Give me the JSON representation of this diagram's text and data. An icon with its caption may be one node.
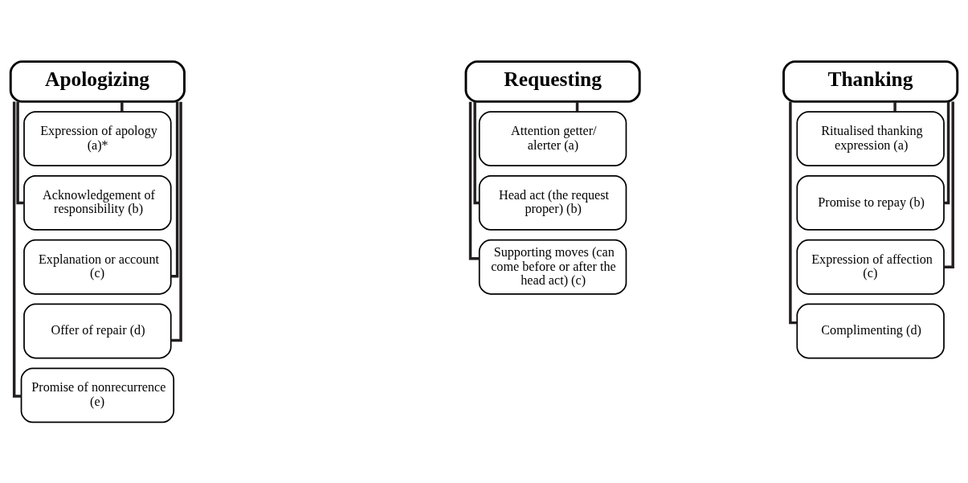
{
  "diagram": {
    "nodes": [
      {
        "text": [
          "Apologizing"
        ]
      },
      {
        "text": [
          "Expression of apology (a)*"
        ]
      },
      {
        "text": [
          "Acknowledgement of responsibility (b)"
        ]
      },
      {
        "text": [
          "Explanation or account (c)"
        ]
      },
      {
        "text": [
          "Offer of repair (d)"
        ]
      },
      {
        "text": [
          "Promise of nonrecurrence (e)"
        ]
      },
      {
        "text": [
          "Requesting"
        ]
      },
      {
        "text": [
          "Attention getter/ alerter (a)"
        ]
      },
      {
        "text": [
          "Head act (the request proper) (b)"
        ]
      },
      {
        "text": [
          "Supporting moves (can come before or after the head act) (c)"
        ]
      },
      {
        "text": [
          "Thanking"
        ]
      },
      {
        "text": [
          "Ritualised thanking expression (a)"
        ]
      },
      {
        "text": [
          "Promise to repay (b)"
        ]
      },
      {
        "text": [
          "Expression of affection (c)"
        ]
      },
      {
        "text": [
          "Complimenting (d)"
        ]
      }
    ],
    "edges": [
      {
        "from": 0,
        "to": 1,
        "arrow": "none"
      },
      {
        "from": 0,
        "to": 2,
        "arrow": "none"
      },
      {
        "from": 0,
        "to": 3,
        "arrow": "none"
      },
      {
        "from": 0,
        "to": 4,
        "arrow": "none"
      },
      {
        "from": 0,
        "to": 5,
        "arrow": "none"
      },
      {
        "from": 6,
        "to": 7,
        "arrow": "none"
      },
      {
        "from": 6,
        "to": 8,
        "arrow": "none"
      },
      {
        "from": 6,
        "to": 9,
        "arrow": "none"
      },
      {
        "from": 10,
        "to": 11,
        "arrow": "none"
      },
      {
        "from": 10,
        "to": 12,
        "arrow": "none"
      },
      {
        "from": 10,
        "to": 13,
        "arrow": "none"
      },
      {
        "from": 10,
        "to": 14,
        "arrow": "none"
      }
    ]
  }
}
